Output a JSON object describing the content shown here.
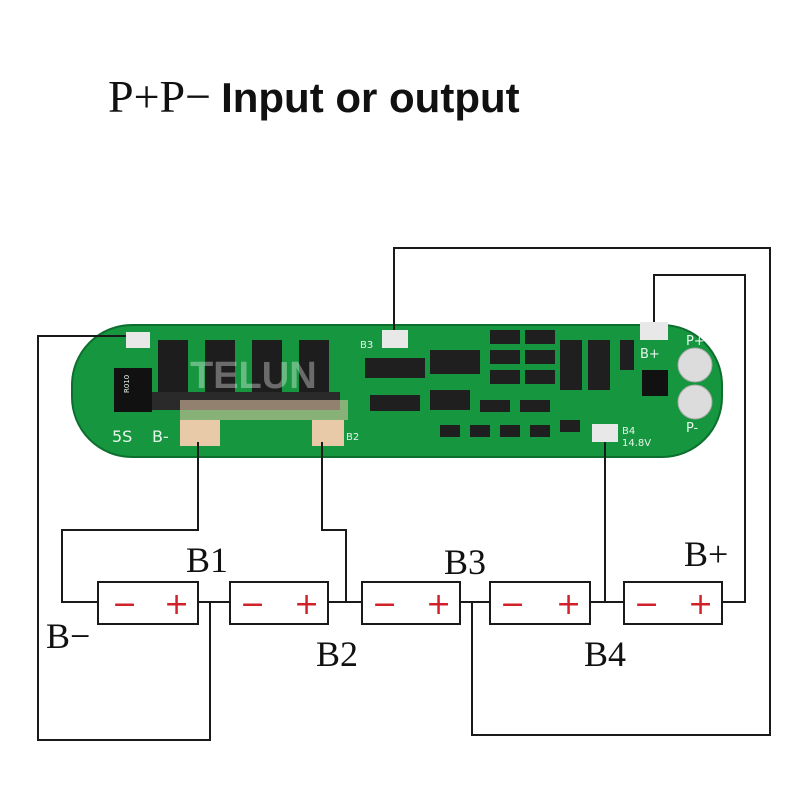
{
  "title": {
    "terminals": "P+P−",
    "text": "Input or output"
  },
  "labels": {
    "b1": "B1",
    "b2": "B2",
    "b3": "B3",
    "b4": "B4",
    "b_minus": "B−",
    "b_plus": "B+"
  },
  "board": {
    "label_5s": "5S",
    "label_bminus": "B-",
    "label_bplus": "B+",
    "label_pminus": "P-",
    "label_pplus": "P+",
    "label_b4": "B4",
    "label_voltage": "14.8V",
    "label_b3": "B3",
    "label_b2": "B2",
    "resistor_code": "R010",
    "watermark": "TELUN"
  },
  "cells": [
    {
      "minus": "−",
      "plus": "+"
    },
    {
      "minus": "−",
      "plus": "+"
    },
    {
      "minus": "−",
      "plus": "+"
    },
    {
      "minus": "−",
      "plus": "+"
    },
    {
      "minus": "−",
      "plus": "+"
    }
  ],
  "colors": {
    "pcb": "#15963f",
    "pcb_dark": "#0e7a33",
    "wire": "#1a1a1a",
    "sign": "#d0202a",
    "pad": "#e8c9a8"
  }
}
